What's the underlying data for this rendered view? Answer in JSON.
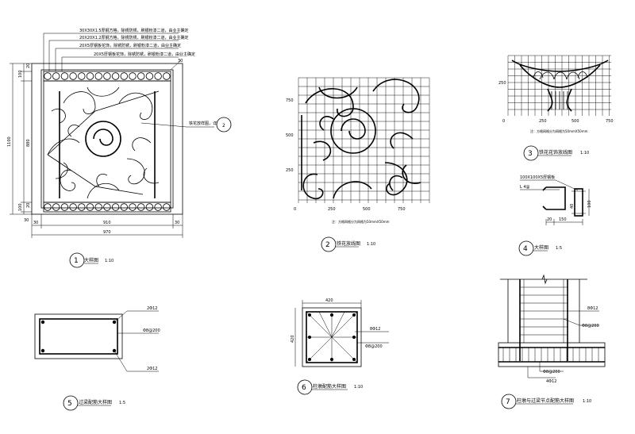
{
  "panel1": {
    "notes": [
      "30X30X1.5厚钢方格，除锈防锈，刷银粉漆二道，由业主确定",
      "20X20X1.2厚钢方格，除锈防锈，刷银粉漆二道，由业主确定",
      "20X5厚钢板花饰，除锈防锈，刷银粉漆二道，由业主确定",
      "20X5厚钢板花饰，除锈防锈，刷银粉漆二道，由业主确定"
    ],
    "callout": "铁花放样图，详",
    "callout_num": "2",
    "dim_top": "30",
    "dim_left_a": "20",
    "dim_left_b": "100",
    "dim_left_c": "880",
    "dim_left_d": "20",
    "dim_left_e": "100",
    "dim_left_total": "1100",
    "dim_left_bottom": "30",
    "dim_mid": "910",
    "dim_total": "970",
    "dim_bl": "30",
    "dim_br": "30",
    "circle_num": "1",
    "title": "大样图",
    "scale": "1:10"
  },
  "panel2": {
    "y_ticks": [
      "750",
      "500",
      "250"
    ],
    "x_ticks": [
      "0",
      "250",
      "500",
      "750"
    ],
    "note": "注：方格网格分为网格为50mmX50mm",
    "circle_num": "2",
    "title": "铁花放线图",
    "scale": "1:10"
  },
  "panel3": {
    "y_tick": "250",
    "x_ticks": [
      "0",
      "250",
      "500",
      "750"
    ],
    "note": "注：方格网格分为网格为50mmX50mm",
    "circle_num": "3",
    "title": "铁花花饰放线图",
    "scale": "1:10"
  },
  "panel4": {
    "top_note": "100X100X5厚钢板",
    "side_note": "L 4@",
    "dim_v1": "40",
    "dim_v2": "100",
    "dim_h1": "20",
    "dim_h2": "150",
    "circle_num": "4",
    "title": "大样图",
    "scale": "1:5"
  },
  "panel5": {
    "top_note": "2Φ12",
    "mid_note": "Φ8@200",
    "bottom_note": "2Φ12",
    "circle_num": "5",
    "title": "过梁配筋大样图",
    "scale": "1:5"
  },
  "panel6": {
    "dim_top": "420",
    "dim_left": "420",
    "note_a": "8Φ12",
    "note_b": "Φ8@200",
    "circle_num": "6",
    "title": "柱墩配筋大样图",
    "scale": "1:10"
  },
  "panel7": {
    "note_a": "8Φ12",
    "note_b": "Φ8@200",
    "note_c": "Φ8@200",
    "note_d": "4Φ12",
    "circle_num": "7",
    "title": "柱墩与过梁节点配筋大样图",
    "scale": "1:10"
  }
}
